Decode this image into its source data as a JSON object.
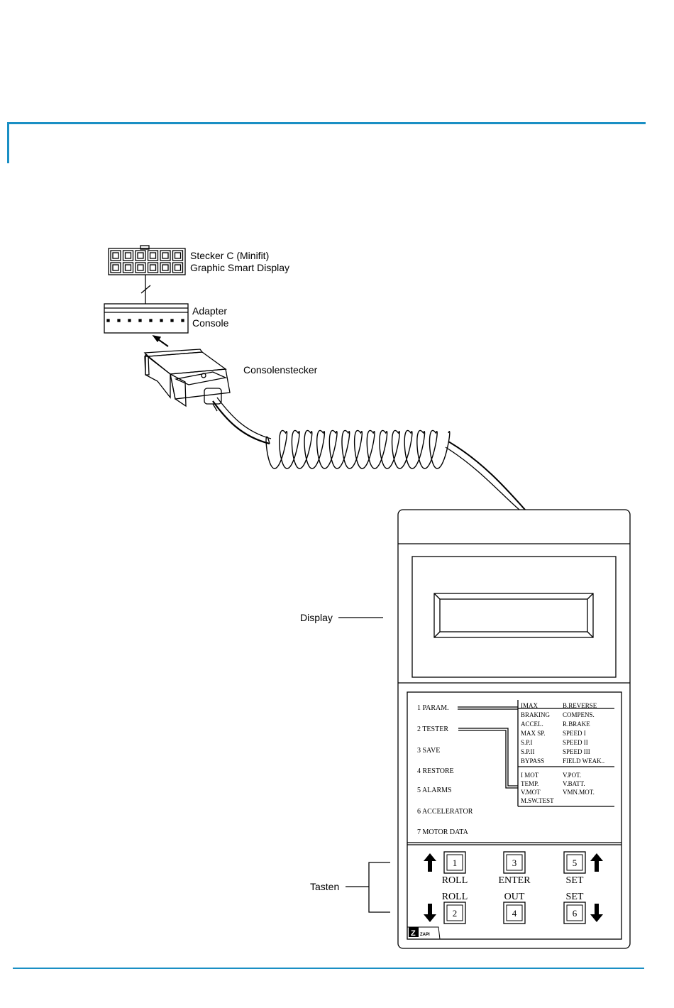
{
  "colors": {
    "accent": "#1a8fc4",
    "ink": "#000000"
  },
  "labels": {
    "connector_c_line1": "Stecker C (Minifit)",
    "connector_c_line2": "Graphic Smart Display",
    "adapter_line1": "Adapter",
    "adapter_line2": "Console",
    "console_plug": "Consolenstecker",
    "display": "Display",
    "keys": "Tasten"
  },
  "console": {
    "menu": [
      "1  PARAM.",
      "2  TESTER",
      "3  SAVE",
      "4  RESTORE",
      "5  ALARMS",
      "6  ACCELERATOR",
      "7  MOTOR  DATA"
    ],
    "param_col1": [
      "IMAX",
      "BRAKING",
      "ACCEL.",
      "MAX  SP.",
      "S.P.I",
      "S.P.II",
      "BYPASS"
    ],
    "param_col2": [
      "B.REVERSE",
      "COMPENS.",
      "R.BRAKE",
      "SPEED  I",
      "SPEED  II",
      "SPEED  III",
      "FIELD  WEAK.."
    ],
    "tester_col1": [
      "I  MOT",
      "TEMP.",
      "V.MOT",
      "M.SW.TEST"
    ],
    "tester_col2": [
      "V.POT.",
      "V.BATT.",
      "VMN.MOT."
    ],
    "keys": [
      {
        "number": "1",
        "top_label": "",
        "bottom_label": "ROLL",
        "arrow": "up-arrow-icon"
      },
      {
        "number": "3",
        "top_label": "",
        "bottom_label": "ENTER",
        "arrow": ""
      },
      {
        "number": "5",
        "top_label": "",
        "bottom_label": "SET",
        "arrow": "up-arrow-icon"
      },
      {
        "number": "2",
        "top_label": "ROLL",
        "bottom_label": "",
        "arrow": "down-arrow-icon"
      },
      {
        "number": "4",
        "top_label": "OUT",
        "bottom_label": "",
        "arrow": ""
      },
      {
        "number": "6",
        "top_label": "SET",
        "bottom_label": "",
        "arrow": "down-arrow-icon"
      }
    ],
    "logo": "ZAPI"
  }
}
